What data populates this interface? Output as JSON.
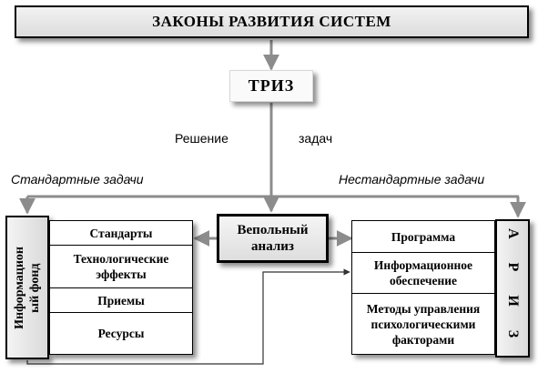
{
  "title": "ЗАКОНЫ РАЗВИТИЯ СИСТЕМ",
  "triz": "ТРИЗ",
  "solution_word1": "Решение",
  "solution_word2": "задач",
  "standard_tasks": "Стандартные задачи",
  "nonstandard_tasks": "Нестандартные задачи",
  "info_fund": "Информацион\nый фонд",
  "ariz": "А Р И З",
  "vepol": "Вепольный\nанализ",
  "left_items": [
    "Стандарты",
    "Технологические\nэффекты",
    "Приемы",
    "Ресурсы"
  ],
  "right_items": [
    "Программа",
    "Информационное\nобеспечение",
    "Методы управления\nпсихологическими\nфакторами"
  ],
  "colors": {
    "line": "#8c8c8c",
    "box_border": "#000000"
  }
}
